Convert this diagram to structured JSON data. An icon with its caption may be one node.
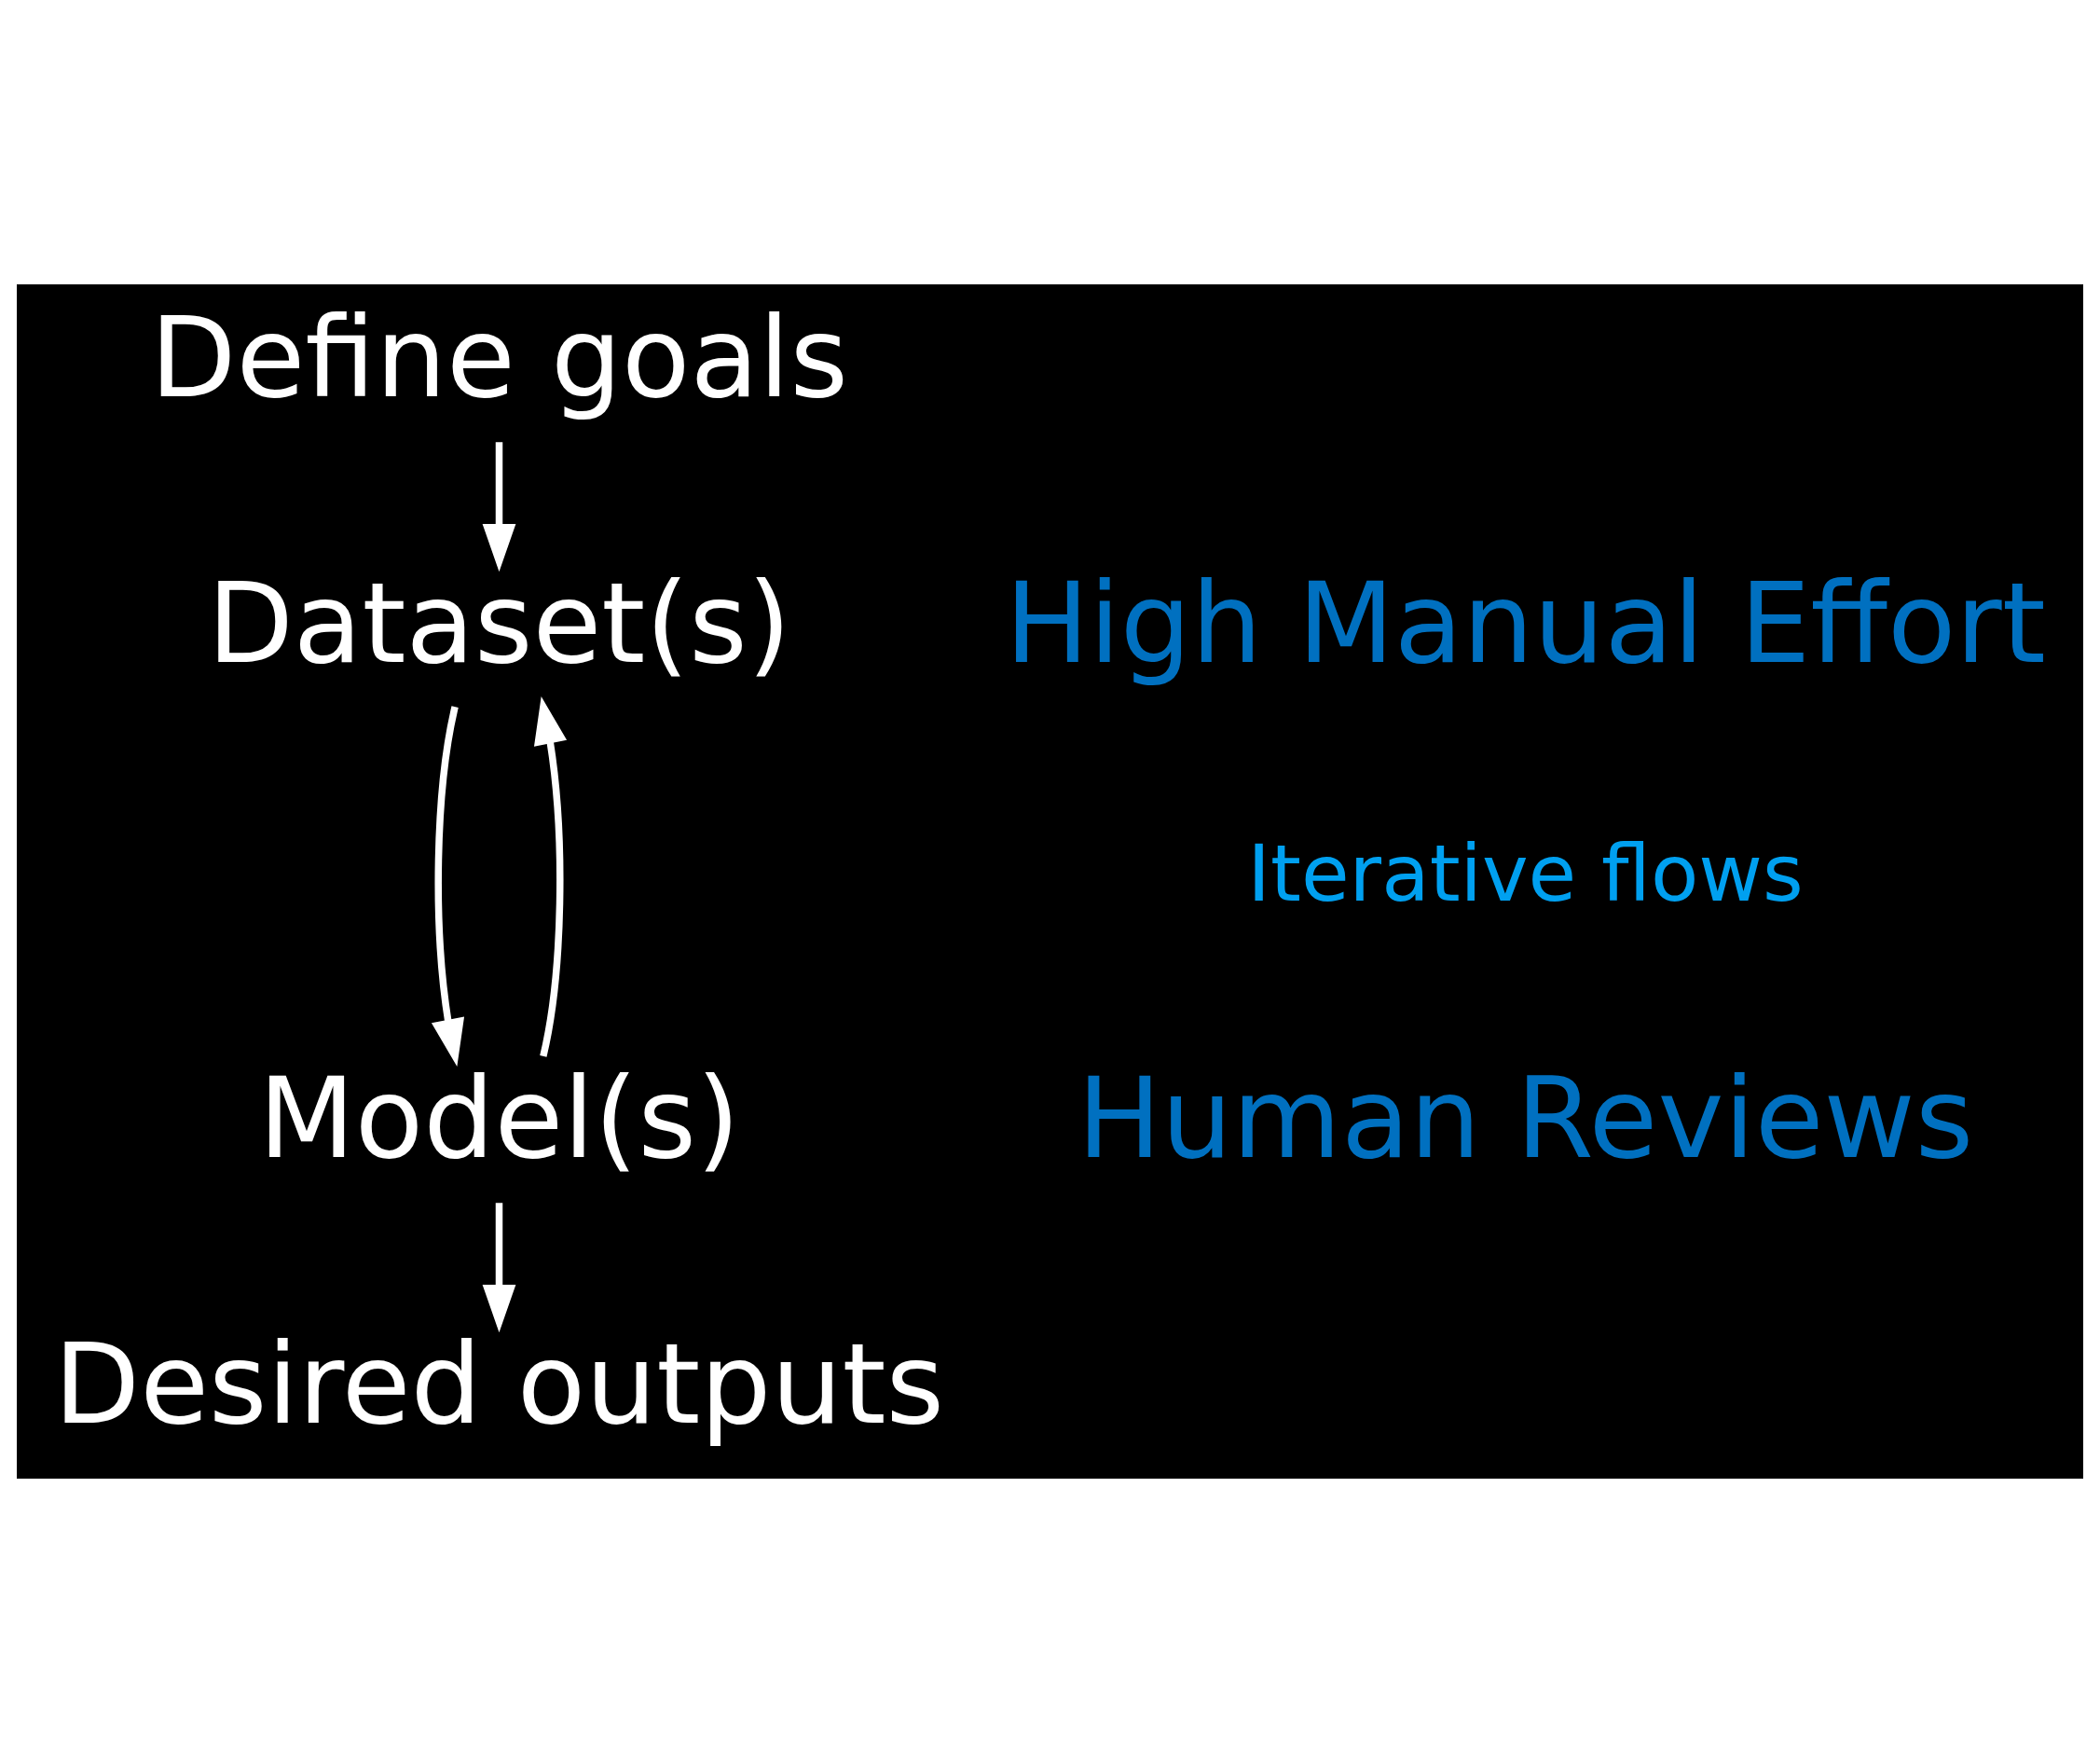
{
  "diagram": {
    "nodes": [
      {
        "text": [
          "Define goals"
        ]
      },
      {
        "text": [
          "Dataset(s)"
        ]
      },
      {
        "text": [
          "Model(s)"
        ]
      },
      {
        "text": [
          "Desired outputs"
        ]
      }
    ],
    "edges": [
      {
        "from": 0,
        "to": 1,
        "arrow": "to"
      },
      {
        "from": 1,
        "to": 2,
        "arrow": "to"
      },
      {
        "from": 2,
        "to": 1,
        "arrow": "to"
      },
      {
        "from": 2,
        "to": 3,
        "arrow": "to"
      }
    ],
    "labels": [
      "High Manual Effort",
      "Iterative flows",
      "Human Reviews"
    ]
  }
}
